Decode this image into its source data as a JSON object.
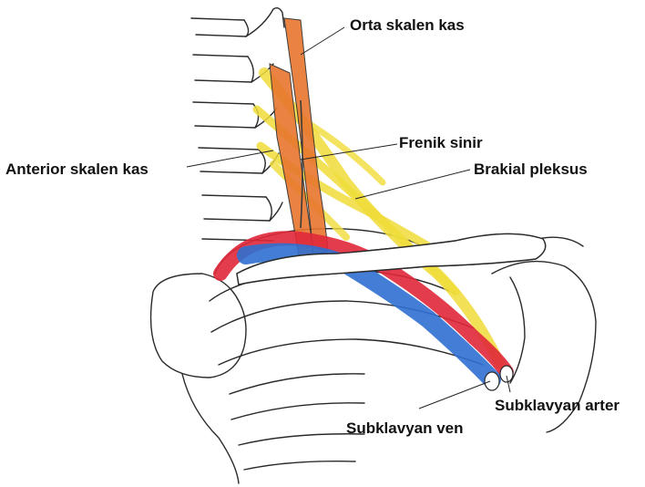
{
  "labels": {
    "orta_skalen": "Orta skalen kas",
    "frenik_sinir": "Frenik sinir",
    "anterior_skalen": "Anterior skalen kas",
    "brakial_pleksus": "Brakial pleksus",
    "subklavyan_arter": "Subklavyan arter",
    "subklavyan_ven": "Subklavyan ven"
  },
  "colors": {
    "muscle": "#e8762e",
    "nerve": "#f0dc3a",
    "artery": "#e0283a",
    "vein": "#2f6fd0",
    "pencil": "#2a2a2a"
  }
}
